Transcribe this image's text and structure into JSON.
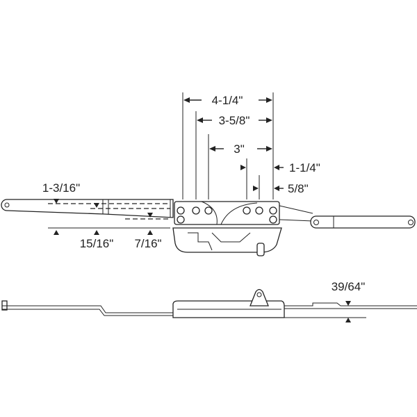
{
  "title": "Casement window operator dimension drawing",
  "dimensions": {
    "overall_mount": "4-1/4\"",
    "mount_2": "3-5/8\"",
    "mount_3": "3\"",
    "mount_4": "1-1/4\"",
    "mount_5": "5/8\"",
    "arm_offset_1": "1-3/16\"",
    "arm_offset_2": "15/16\"",
    "arm_offset_3": "7/16\"",
    "side_height": "39/64\""
  },
  "colors": {
    "line": "#222222",
    "background": "#ffffff"
  }
}
